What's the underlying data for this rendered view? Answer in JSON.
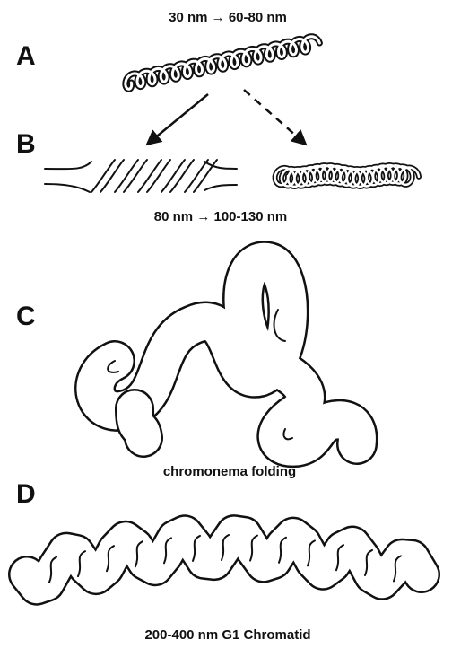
{
  "panels": [
    {
      "id": "A",
      "label": "A",
      "caption": "30 nm → 60-80 nm"
    },
    {
      "id": "B",
      "label": "B",
      "caption": "80 nm → 100-130 nm"
    },
    {
      "id": "C",
      "label": "C",
      "caption": "chromonema folding"
    },
    {
      "id": "D",
      "label": "D",
      "caption": "200-400 nm  G1 Chromatid"
    }
  ],
  "colors": {
    "ink": "#111111",
    "paper": "#ffffff"
  }
}
